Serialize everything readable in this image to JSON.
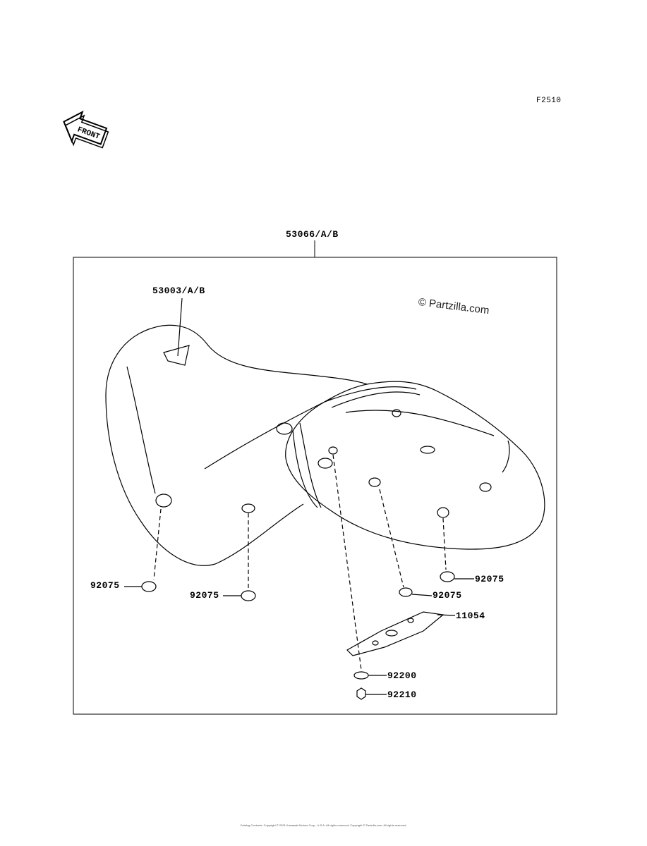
{
  "figure_code": "F2510",
  "front_arrow_text": "FRONT",
  "assembly_part": "53066/A/B",
  "cover_part": "53003/A/B",
  "watermark": "© Partzilla.com",
  "parts": {
    "damper_1": "92075",
    "damper_2": "92075",
    "damper_3": "92075",
    "damper_4": "92075",
    "bracket": "11054",
    "washer": "92200",
    "nut": "92210"
  },
  "copyright": "Catalog Contents: Copyright © 2021 Kawasaki Motors Corp., U.S.A. All rights reserved. Copyright © Partzilla.com. All rights reserved."
}
